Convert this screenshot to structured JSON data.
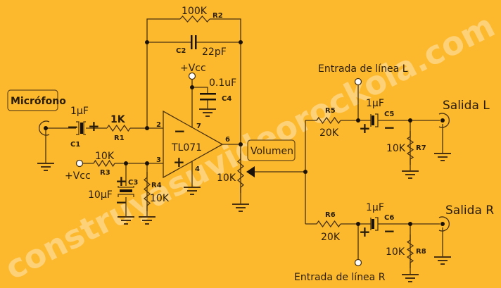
{
  "watermark": "construyasuvideorockola.com",
  "labels": {
    "microphone": "Micrófono",
    "volume": "Volumen",
    "opamp": "TL071",
    "vcc1": "+Vcc",
    "vcc2": "+Vcc",
    "line_in_l": "Entrada de línea L",
    "line_in_r": "Entrada de línea R",
    "out_l": "Salida L",
    "out_r": "Salida R"
  },
  "pins": {
    "p2": "2",
    "p3": "3",
    "p7": "7",
    "p6": "6",
    "p4": "4",
    "minus": "−",
    "plus": "+"
  },
  "components": {
    "R1": {
      "name": "R1",
      "value": "1K"
    },
    "R2": {
      "name": "R2",
      "value": "100K"
    },
    "R3": {
      "name": "R3",
      "value": "10K"
    },
    "R4": {
      "name": "R4",
      "value": "10K"
    },
    "R5": {
      "name": "R5",
      "value": "20K"
    },
    "R6": {
      "name": "R6",
      "value": "20K"
    },
    "R7": {
      "name": "R7",
      "value": "10K"
    },
    "R8": {
      "name": "R8",
      "value": "10K"
    },
    "POT": {
      "value": "10K"
    },
    "C1": {
      "name": "C1",
      "value": "1µF",
      "plus": "+",
      "minus": "−"
    },
    "C2": {
      "name": "C2",
      "value": "22pF"
    },
    "C3": {
      "name": "C3",
      "value": "10µF",
      "plus": "+",
      "minus": "−"
    },
    "C4": {
      "name": "C4",
      "value": "0.1uF"
    },
    "C5": {
      "name": "C5",
      "value": "1µF",
      "plus": "+",
      "minus": "−"
    },
    "C6": {
      "name": "C6",
      "value": "1µF",
      "plus": "+",
      "minus": "−"
    }
  }
}
